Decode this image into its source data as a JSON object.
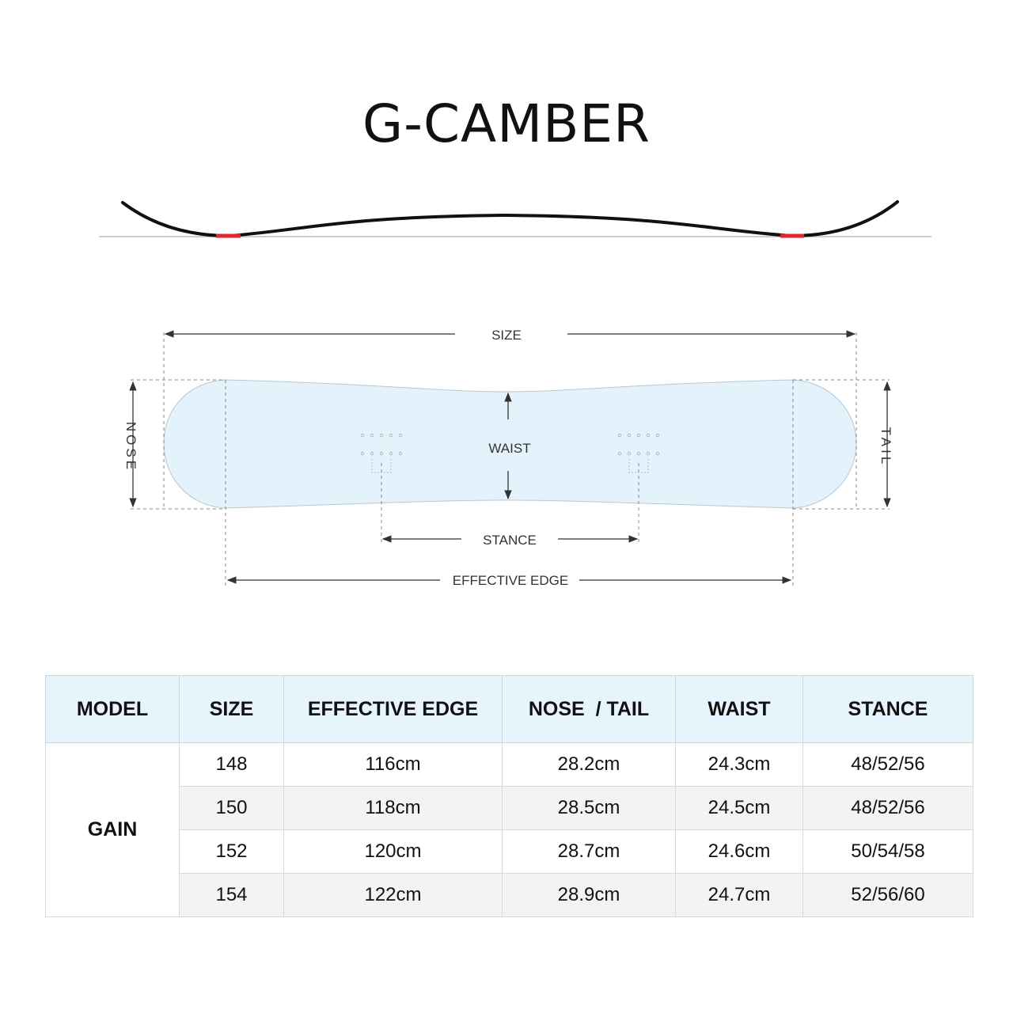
{
  "title": "G-CAMBER",
  "diagram": {
    "labels": {
      "size": "SIZE",
      "nose": "NOSE",
      "tail": "TAIL",
      "waist": "WAIST",
      "stance": "STANCE",
      "effective_edge": "EFFECTIVE EDGE"
    },
    "colors": {
      "board_fill": "#e3f2fb",
      "contact_point": "#e0262b",
      "profile_line": "#111111",
      "header_fill": "#e6f4fc"
    }
  },
  "table": {
    "headers": [
      "MODEL",
      "SIZE",
      "EFFECTIVE EDGE",
      "NOSE  / TAIL",
      "WAIST",
      "STANCE"
    ],
    "model": "GAIN",
    "rows": [
      {
        "size": "148",
        "effective_edge": "116cm",
        "nose_tail": "28.2cm",
        "waist": "24.3cm",
        "stance": "48/52/56"
      },
      {
        "size": "150",
        "effective_edge": "118cm",
        "nose_tail": "28.5cm",
        "waist": "24.5cm",
        "stance": "48/52/56"
      },
      {
        "size": "152",
        "effective_edge": "120cm",
        "nose_tail": "28.7cm",
        "waist": "24.6cm",
        "stance": "50/54/58"
      },
      {
        "size": "154",
        "effective_edge": "122cm",
        "nose_tail": "28.9cm",
        "waist": "24.7cm",
        "stance": "52/56/60"
      }
    ]
  }
}
